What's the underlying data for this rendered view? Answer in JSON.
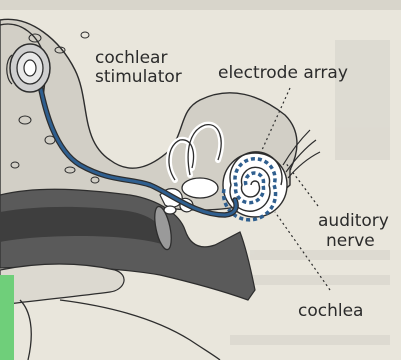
{
  "labels": {
    "stimulator_line1": "cochlear",
    "stimulator_line2": "stimulator",
    "electrode_array": "electrode array",
    "auditory_line1": "auditory",
    "auditory_line2": "nerve",
    "cochlea": "cochlea"
  },
  "colors": {
    "background": "#e9e6dc",
    "bone_shade": "#d2cfc6",
    "tissue_dark": "#5a5a5a",
    "canal_dark": "#3e3e3e",
    "outline": "#2d2d2d",
    "electrode_blue": "#2f5f8f",
    "accent_green": "#6fcf7a"
  }
}
